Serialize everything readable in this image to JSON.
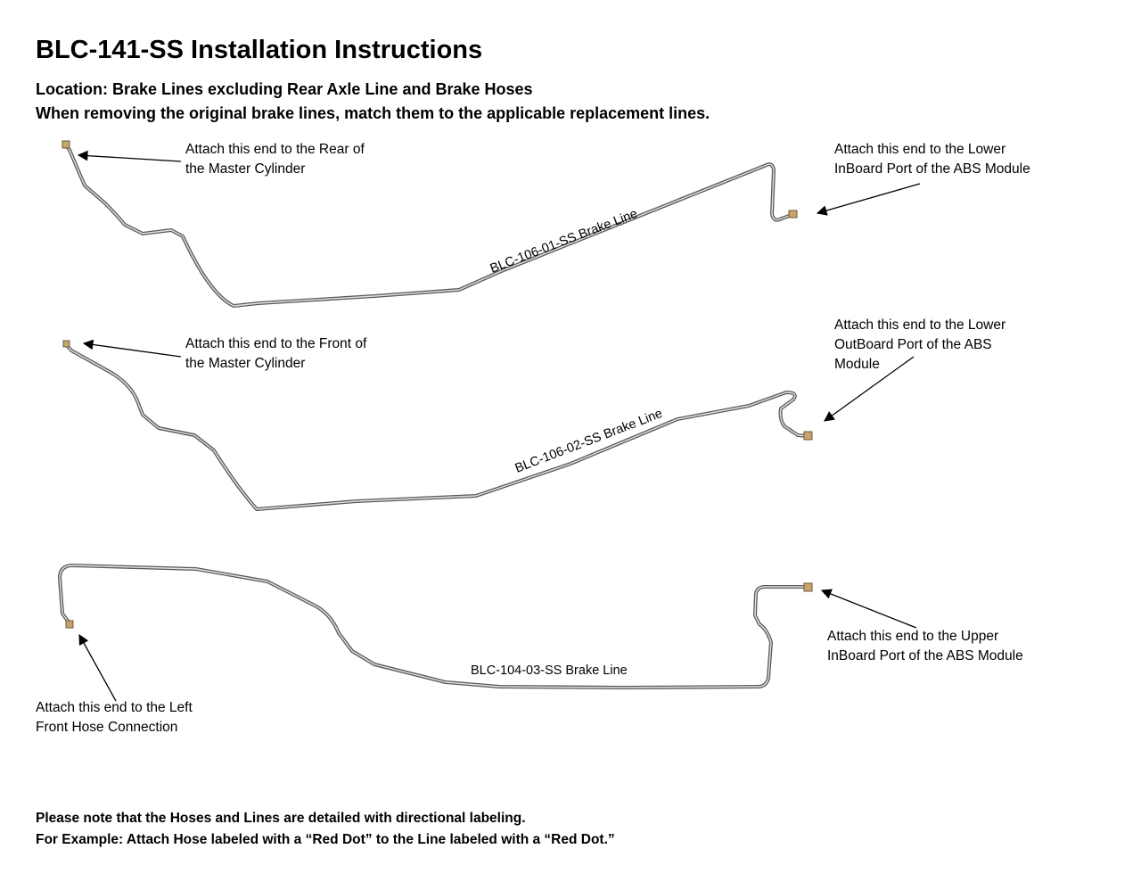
{
  "title": "BLC-141-SS Installation Instructions",
  "location": "Location: Brake Lines excluding Rear Axle Line and Brake Hoses",
  "instruction": "When removing the original brake lines, match them to the applicable replacement lines.",
  "lines": [
    {
      "name": "BLC-106-01-SS Brake Line",
      "start_label": [
        "Attach this end to the Rear of",
        "the Master Cylinder"
      ],
      "end_label": [
        "Attach this end to the Lower",
        "InBoard Port of the ABS Module"
      ]
    },
    {
      "name": "BLC-106-02-SS Brake Line",
      "start_label": [
        "Attach this end to the Front of",
        "the Master Cylinder"
      ],
      "end_label": [
        "Attach this end to the Lower",
        "OutBoard Port of the ABS",
        "Module"
      ]
    },
    {
      "name": "BLC-104-03-SS Brake Line",
      "start_label": [
        "Attach this end to the Left",
        "Front Hose Connection"
      ],
      "end_label": [
        "Attach this end to the Upper",
        "InBoard Port of the ABS Module"
      ]
    }
  ],
  "notes": [
    "Please note that the Hoses and Lines are detailed with directional labeling.",
    "For Example: Attach Hose labeled with a “Red Dot” to the Line labeled with a “Red Dot.”"
  ],
  "colors": {
    "pipe": "#5a5a5a",
    "fitting": "#c9a46a",
    "text": "#000000"
  }
}
